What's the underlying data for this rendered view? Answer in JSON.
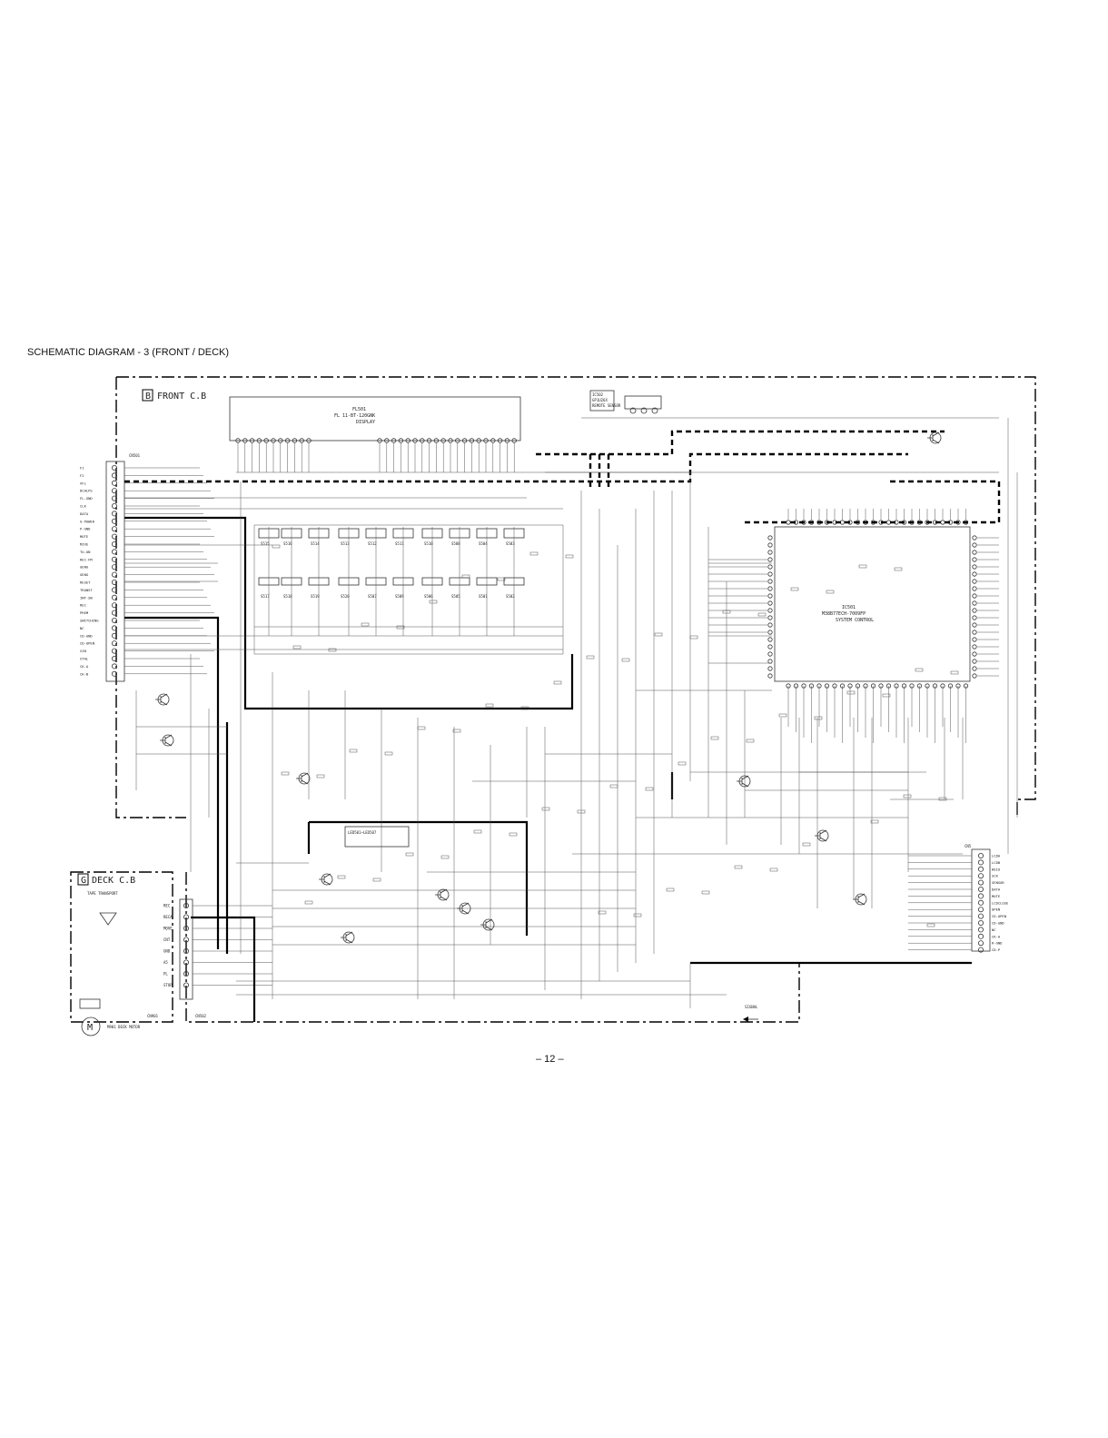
{
  "title": "SCHEMATIC  DIAGRAM - 3 (FRONT / DECK)",
  "page_number": "– 12 –",
  "boards": {
    "front": {
      "tag": "B",
      "name": "FRONT  C.B"
    },
    "deck": {
      "tag": "G",
      "name": "DECK  C.B"
    }
  },
  "main_ic": {
    "ref": "IC501",
    "part": "M38B77ECH-7009FP",
    "desc": "SYSTEM CONTROL"
  },
  "display": {
    "ref": "FL501",
    "part": "FL 11-BT-120GNK",
    "desc": "DISPLAY"
  },
  "remote_sensor": {
    "ref": "IC502",
    "part": "GP1U26X",
    "desc": "REMOTE SENSOR"
  },
  "connectors": {
    "left": "CN501",
    "right": "CN5",
    "deck": "CN901",
    "deck2": "CN502"
  },
  "switch_row_top": [
    "S515",
    "S516",
    "S514",
    "S513",
    "S512",
    "S511",
    "S510",
    "S508",
    "S504",
    "S503"
  ],
  "switch_row_bottom": [
    "S517",
    "S518",
    "S519",
    "S520",
    "S507",
    "S509",
    "S506",
    "S505",
    "S501",
    "S502"
  ],
  "left_pins": [
    "F1",
    "F2",
    "VFL",
    "DCHLPS",
    "FL-GND",
    "CLK",
    "DATA",
    "G-POWER",
    "P-GND",
    "MUTE",
    "MIXE",
    "TU-ON",
    "REC-FM",
    "GENG",
    "GENG",
    "RESET",
    "TRANST",
    "INT-SW",
    "REC",
    "PREM",
    "SWITCHING",
    "NC",
    "CD-GND",
    "CD-OPEN",
    "XIN",
    "XTAL",
    "CK-A",
    "CK-B"
  ],
  "right_pins": [
    "LCDA",
    "LCDB",
    "WSIO",
    "SCK",
    "SENSOR",
    "DATA",
    "MUTE",
    "LCDCLOSE",
    "OPEN",
    "CD-OPEN",
    "CD-GND",
    "NC",
    "CK-A",
    "R-GND",
    "CD-P"
  ],
  "deck_pins": [
    "REC",
    "RECA",
    "MOVE",
    "CNT",
    "GND",
    "A5",
    "PL",
    "STOP"
  ],
  "labels": {
    "motor": "M901 DECK MOTOR",
    "transport": "TAPE TRANSPORT",
    "led_group": "LED501~LED507",
    "signal": "SIGNAL"
  }
}
